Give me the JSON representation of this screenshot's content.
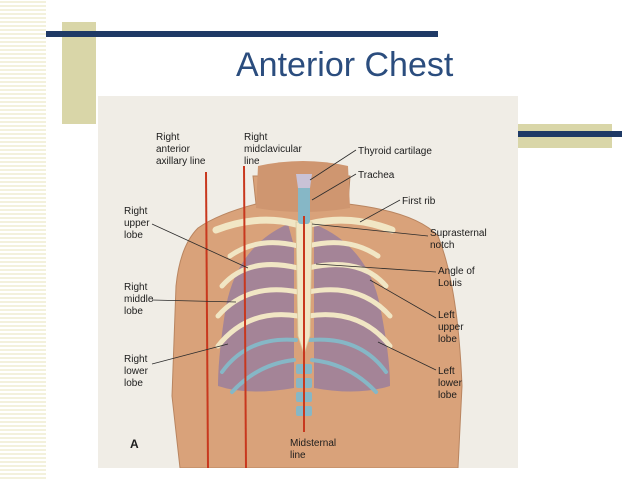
{
  "slide": {
    "title": "Anterior Chest"
  },
  "figure": {
    "panel_letter": "A",
    "labels": {
      "right_anterior_axillary_line": [
        "Right",
        "anterior",
        "axillary line"
      ],
      "right_midclavicular_line": [
        "Right",
        "midclavicular",
        "line"
      ],
      "thyroid_cartilage": [
        "Thyroid cartilage"
      ],
      "trachea": [
        "Trachea"
      ],
      "first_rib": [
        "First rib"
      ],
      "suprasternal_notch": [
        "Suprasternal",
        "notch"
      ],
      "angle_of_louis": [
        "Angle of",
        "Louis"
      ],
      "right_upper_lobe": [
        "Right",
        "upper",
        "lobe"
      ],
      "right_middle_lobe": [
        "Right",
        "middle",
        "lobe"
      ],
      "right_lower_lobe": [
        "Right",
        "lower",
        "lobe"
      ],
      "left_upper_lobe": [
        "Left",
        "upper",
        "lobe"
      ],
      "left_lower_lobe": [
        "Left",
        "lower",
        "lobe"
      ],
      "midsternal_line": [
        "Midsternal",
        "line"
      ]
    },
    "colors": {
      "skin": "#d9a27a",
      "lung": "#9a7f9c",
      "reference_line": "#c8381e",
      "bone": "#f1e6c4",
      "cartilage": "#86b7c6",
      "title": "#2b4d7e",
      "accent_navy": "#1f3a66",
      "accent_tan": "#d9d6a8"
    }
  }
}
